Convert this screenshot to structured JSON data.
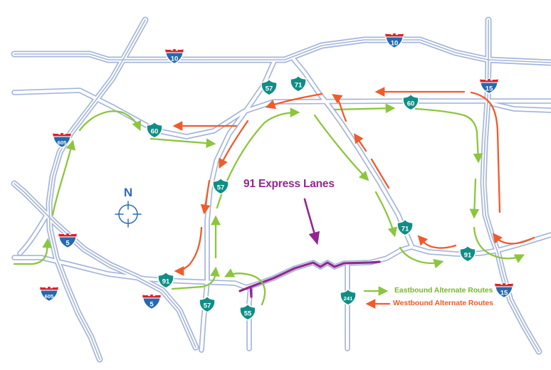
{
  "title": {
    "express_lanes_label": "91 Express Lanes"
  },
  "legend": {
    "eastbound_label": "Eastbound Alternate Routes",
    "westbound_label": "Westbound Alternate Routes"
  },
  "compass": {
    "north_label": "N"
  },
  "shields": {
    "i10a": "10",
    "i10b": "10",
    "i15a": "15",
    "i15b": "15",
    "i605a": "605",
    "i605b": "605",
    "i5a": "5",
    "i5b": "5",
    "s60a": "60",
    "s60b": "60",
    "s57a": "57",
    "s57b": "57",
    "s57c": "57",
    "s71a": "71",
    "s71b": "71",
    "s91a": "91",
    "s91b": "91",
    "s55": "55",
    "s241": "241"
  },
  "colors": {
    "road": "#a5b6da",
    "express_lanes": "#93278f",
    "eastbound_arrows": "#8cc63d",
    "westbound_arrows": "#f15a2b",
    "state_shield_teal": "#0f8e86",
    "interstate_blue": "#2468b1",
    "interstate_red": "#e11f26",
    "compass_blue": "#2e6cb3"
  }
}
